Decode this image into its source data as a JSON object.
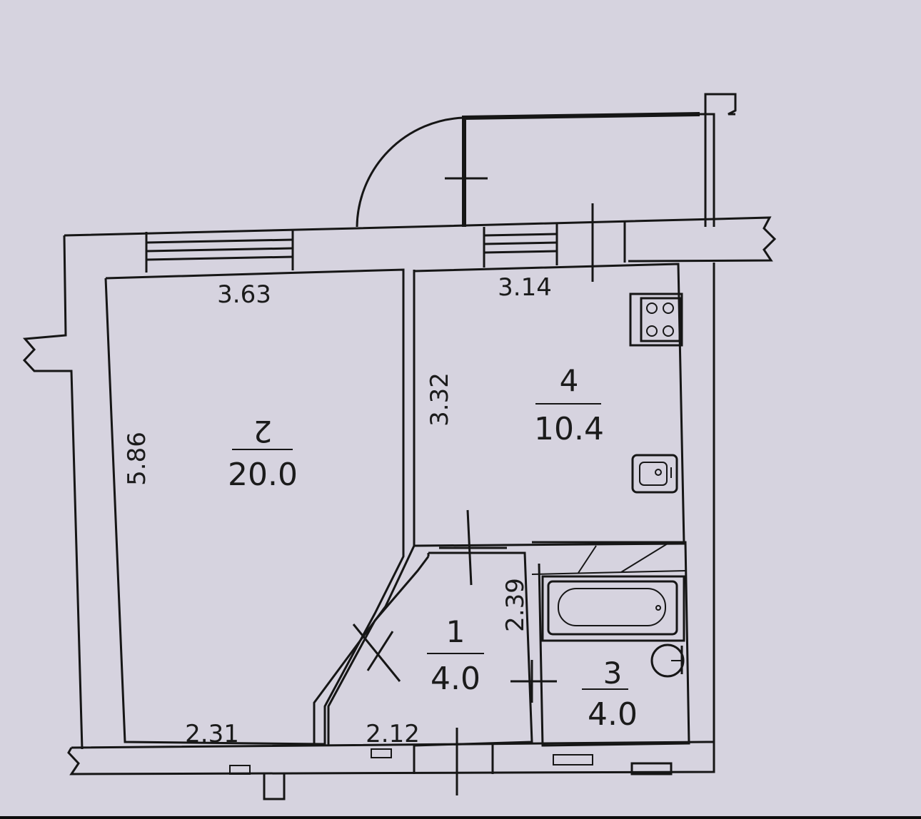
{
  "rooms": [
    {
      "number": "2",
      "area": "20.0"
    },
    {
      "number": "4",
      "area": "10.4"
    },
    {
      "number": "1",
      "area": "4.0"
    },
    {
      "number": "3",
      "area": "4.0"
    }
  ],
  "dimensions": {
    "room2_width": "3.63",
    "room2_length": "5.86",
    "room2_bottom": "2.31",
    "room4_width": "3.14",
    "room4_length": "3.32",
    "room1_bottom": "2.12",
    "room1_side": "2.39"
  }
}
